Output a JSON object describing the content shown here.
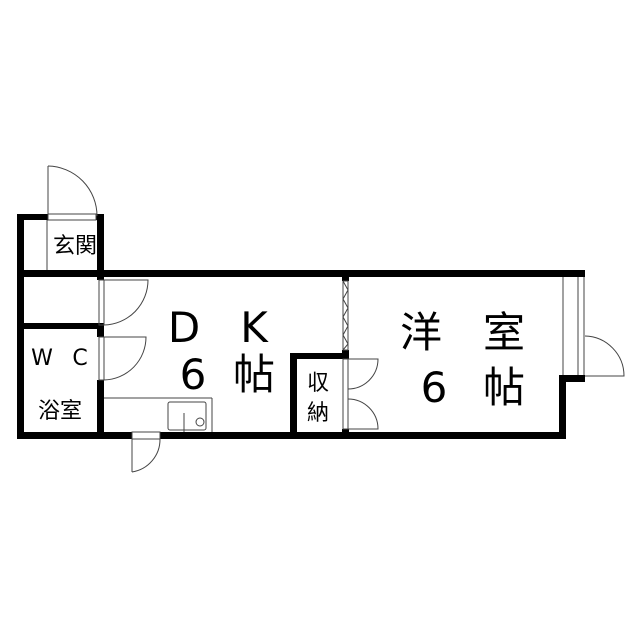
{
  "rooms": {
    "genkan": "玄関",
    "dk": {
      "name": "ＤＫ",
      "size": "6帖",
      "name_d": "D",
      "name_k": "K",
      "num": "6",
      "unit": "帖"
    },
    "wc": "ＷＣ",
    "bath": "浴室",
    "storage": {
      "line1": "収",
      "line2": "納"
    },
    "western": {
      "line1a": "洋",
      "line1b": "室",
      "num": "6",
      "unit": "帖"
    }
  },
  "colors": {
    "wall": "#000000",
    "line": "#444444"
  }
}
